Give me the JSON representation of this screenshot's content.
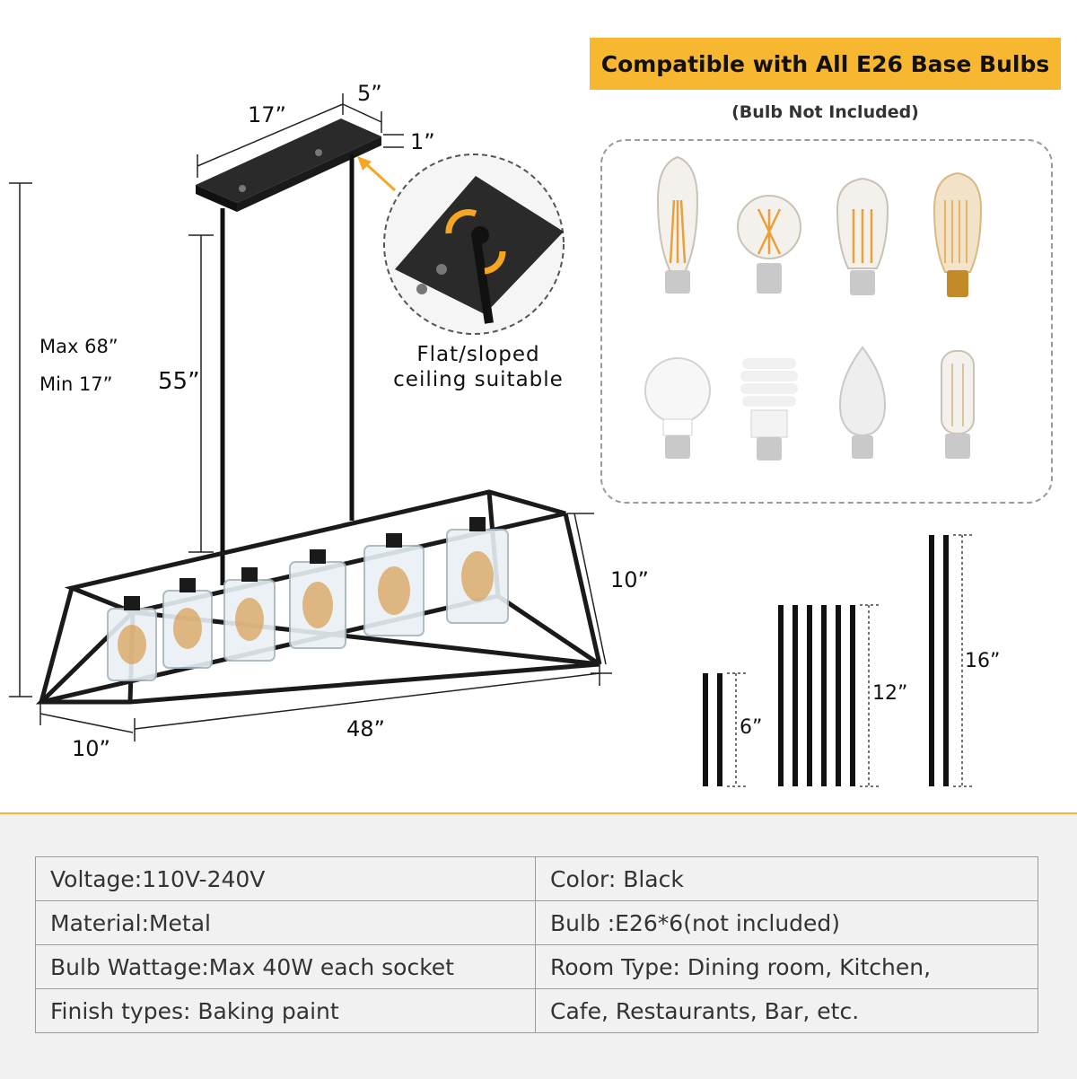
{
  "banner": {
    "title": "Compatible with All E26 Base Bulbs",
    "note": "(Bulb Not Included)"
  },
  "dimensions": {
    "canopy_length": "17”",
    "canopy_width": "5”",
    "canopy_height": "1”",
    "max_height": "Max 68”",
    "min_height": "Min 17”",
    "rod_length": "55”",
    "frame_height": "10”",
    "frame_length": "48”",
    "frame_depth": "10”"
  },
  "ceiling_note": {
    "line1": "Flat/sloped",
    "line2": "ceiling suitable"
  },
  "rods": {
    "short": "6”",
    "medium": "12”",
    "long": "16”"
  },
  "specs": [
    {
      "left": "Voltage:110V-240V",
      "right": "Color: Black"
    },
    {
      "left": "Material:Metal",
      "right": "Bulb :E26*6(not included)"
    },
    {
      "left": "Bulb Wattage:Max 40W each socket",
      "right": "Room Type:  Dining room, Kitchen,"
    },
    {
      "left": "Finish types:  Baking paint",
      "right": "Cafe, Restaurants, Bar, etc."
    }
  ],
  "colors": {
    "banner": "#f7b731",
    "frame": "#1a1a1a",
    "divider": "#f2b633",
    "panel": "#f1f1f1"
  }
}
